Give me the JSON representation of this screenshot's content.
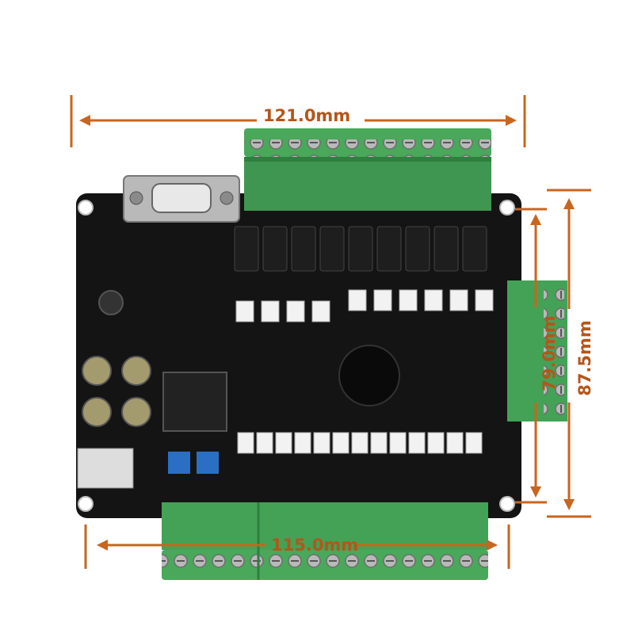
{
  "image": {
    "subject": "PLC controller circuit board with terminal blocks and a DB9 serial connector",
    "colors": {
      "pcb": "#141414",
      "terminal": "#49a85a",
      "terminal_dark": "#2f7f3e",
      "dimension": "#c8651f"
    }
  },
  "dimensions": {
    "top_width": "121.0mm",
    "bottom_width": "115.0mm",
    "inner_height": "79.0mm",
    "outer_height": "87.5mm"
  }
}
